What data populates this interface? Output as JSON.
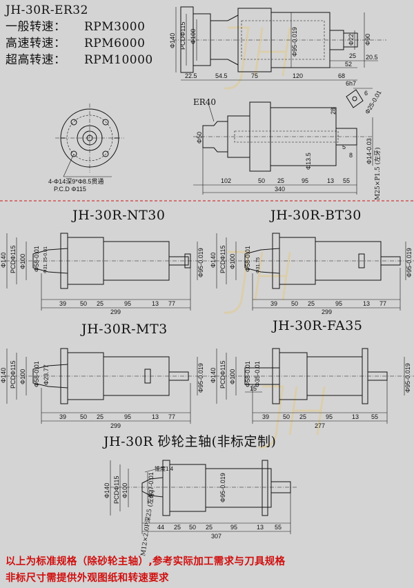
{
  "colors": {
    "background": "#d4d4d4",
    "line": "#111111",
    "note": "#d01010",
    "divider": "#d01010",
    "watermark": "#e0c88a"
  },
  "header": {
    "model": "JH-30R-ER32",
    "speed_lines": [
      {
        "label": "一般转速：",
        "value": "RPM3000"
      },
      {
        "label": "高速转速：",
        "value": "RPM6000"
      },
      {
        "label": "超高转速：",
        "value": "RPM10000"
      }
    ]
  },
  "watermark": "JH",
  "er32": {
    "dims_dia": [
      "Φ140",
      "PCDΦ115",
      "Φ100",
      "Φ95-0.019",
      "Φ22",
      "Φ90"
    ],
    "dims_len": [
      "22.5",
      "54.5",
      "75",
      "120",
      "52",
      "20.5",
      "25",
      "68"
    ]
  },
  "er40": {
    "label": "ER40",
    "keyway": [
      "6h7",
      "6"
    ],
    "dims_dia": [
      "Φ50",
      "Φ13.5",
      "Φ25-0.01",
      "Φ14-0.03",
      "28"
    ],
    "dims_len": [
      "102",
      "50",
      "25",
      "95",
      "13",
      "55",
      "340",
      "5",
      "8"
    ],
    "thread": "M25×P1.5 (左牙)"
  },
  "flange_view": {
    "hole_note": "4-Φ14深9*Φ8.5贯通",
    "pcd": "P.C.D Φ115"
  },
  "nt30": {
    "title": "JH-30R-NT30",
    "dims_dia": [
      "Φ140",
      "PCDΦ115",
      "Φ100",
      "Φ58-0.01",
      "Φ31.75-0.01",
      "Φ95-0.019"
    ],
    "dims_len": [
      "39",
      "50",
      "25",
      "95",
      "13",
      "77",
      "299"
    ]
  },
  "bt30": {
    "title": "JH-30R-BT30",
    "dims_dia": [
      "Φ140",
      "PCDΦ115",
      "Φ100",
      "Φ58-0.01",
      "Φ31.75",
      "Φ95-0.019"
    ],
    "dims_len": [
      "39",
      "50",
      "25",
      "95",
      "13",
      "77",
      "299"
    ]
  },
  "mt3": {
    "title": "JH-30R-MT3",
    "dims_dia": [
      "Φ140",
      "PCDΦ115",
      "Φ100",
      "Φ58-0.01",
      "Φ23.77",
      "Φ95-0.019"
    ],
    "dims_len": [
      "39",
      "50",
      "25",
      "95",
      "13",
      "77",
      "299"
    ]
  },
  "fa35": {
    "title": "JH-30R-FA35",
    "dims_dia": [
      "Φ140",
      "PCDΦ115",
      "Φ100",
      "Φ58-0.01",
      "Φ35-0.01",
      "Φ95-0.019"
    ],
    "dims_len": [
      "15",
      "39",
      "50",
      "25",
      "95",
      "13",
      "55",
      "277"
    ]
  },
  "grinding": {
    "title": "JH-30R 砂轮主轴(非标定制)",
    "taper": "锥度1:4",
    "thread": "M12×2.0P深25 (左牙)",
    "dims_dia": [
      "Φ140",
      "PCDΦ115",
      "Φ100",
      "Φ27-0.01",
      "Φ95-0.019"
    ],
    "dims_len": [
      "44",
      "25",
      "50",
      "25",
      "95",
      "13",
      "55",
      "307"
    ]
  },
  "notes": [
    "以上为标准规格（除砂轮主轴）,参考实际加工需求与刀具规格",
    "非标尺寸需提供外观图纸和转速要求"
  ]
}
